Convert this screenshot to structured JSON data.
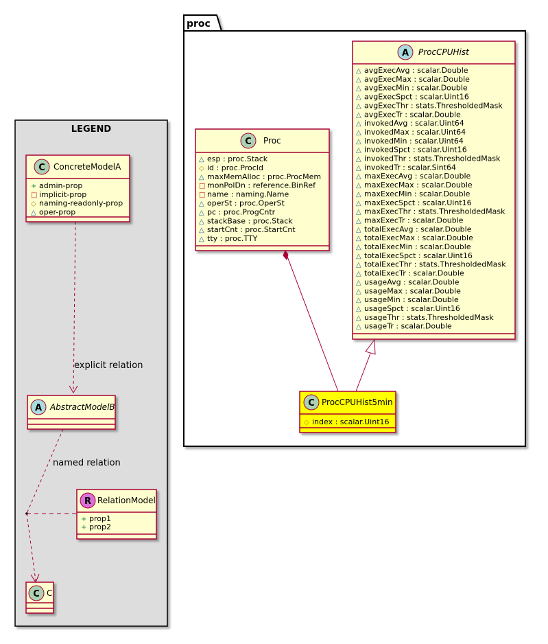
{
  "package": {
    "name": "proc"
  },
  "legend": {
    "title": "LEGEND",
    "concrete": {
      "name": "ConcreteModelA",
      "badge": "C",
      "badge_color": "#ADD1B2",
      "attrs": [
        {
          "vis": "+",
          "text": "admin-prop"
        },
        {
          "vis": "-",
          "text": "implicit-prop"
        },
        {
          "vis": "#",
          "text": "naming-readonly-prop"
        },
        {
          "vis": "~",
          "text": "oper-prop"
        }
      ]
    },
    "abstract": {
      "name": "AbstractModelB",
      "badge": "A",
      "badge_color": "#A9DCDF"
    },
    "relation": {
      "name": "RelationModel",
      "badge": "R",
      "badge_color": "#DA70D6",
      "attrs": [
        {
          "vis": "+",
          "text": "prop1"
        },
        {
          "vis": "+",
          "text": "prop2"
        }
      ]
    },
    "c": {
      "name": "C",
      "badge": "C",
      "badge_color": "#ADD1B2"
    },
    "explicit_label": "explicit relation",
    "named_label": "named relation"
  },
  "proc_class": {
    "name": "Proc",
    "badge": "C",
    "badge_color": "#ADD1B2",
    "attrs": [
      {
        "vis": "~",
        "text": "esp : proc.Stack"
      },
      {
        "vis": "#",
        "text": "id : proc.ProcId"
      },
      {
        "vis": "~",
        "text": "maxMemAlloc : proc.ProcMem"
      },
      {
        "vis": "-",
        "text": "monPolDn : reference.BinRef"
      },
      {
        "vis": "-",
        "text": "name : naming.Name"
      },
      {
        "vis": "~",
        "text": "operSt : proc.OperSt"
      },
      {
        "vis": "~",
        "text": "pc : proc.ProgCntr"
      },
      {
        "vis": "~",
        "text": "stackBase : proc.Stack"
      },
      {
        "vis": "~",
        "text": "startCnt : proc.StartCnt"
      },
      {
        "vis": "~",
        "text": "tty : proc.TTY"
      }
    ]
  },
  "cpuhist": {
    "name": "ProcCPUHist",
    "badge": "A",
    "badge_color": "#A9DCDF",
    "attrs": [
      {
        "vis": "~",
        "text": "avgExecAvg : scalar.Double"
      },
      {
        "vis": "~",
        "text": "avgExecMax : scalar.Double"
      },
      {
        "vis": "~",
        "text": "avgExecMin : scalar.Double"
      },
      {
        "vis": "~",
        "text": "avgExecSpct : scalar.Uint16"
      },
      {
        "vis": "~",
        "text": "avgExecThr : stats.ThresholdedMask"
      },
      {
        "vis": "~",
        "text": "avgExecTr : scalar.Double"
      },
      {
        "vis": "~",
        "text": "invokedAvg : scalar.Uint64"
      },
      {
        "vis": "~",
        "text": "invokedMax : scalar.Uint64"
      },
      {
        "vis": "~",
        "text": "invokedMin : scalar.Uint64"
      },
      {
        "vis": "~",
        "text": "invokedSpct : scalar.Uint16"
      },
      {
        "vis": "~",
        "text": "invokedThr : stats.ThresholdedMask"
      },
      {
        "vis": "~",
        "text": "invokedTr : scalar.Sint64"
      },
      {
        "vis": "~",
        "text": "maxExecAvg : scalar.Double"
      },
      {
        "vis": "~",
        "text": "maxExecMax : scalar.Double"
      },
      {
        "vis": "~",
        "text": "maxExecMin : scalar.Double"
      },
      {
        "vis": "~",
        "text": "maxExecSpct : scalar.Uint16"
      },
      {
        "vis": "~",
        "text": "maxExecThr : stats.ThresholdedMask"
      },
      {
        "vis": "~",
        "text": "maxExecTr : scalar.Double"
      },
      {
        "vis": "~",
        "text": "totalExecAvg : scalar.Double"
      },
      {
        "vis": "~",
        "text": "totalExecMax : scalar.Double"
      },
      {
        "vis": "~",
        "text": "totalExecMin : scalar.Double"
      },
      {
        "vis": "~",
        "text": "totalExecSpct : scalar.Uint16"
      },
      {
        "vis": "~",
        "text": "totalExecThr : stats.ThresholdedMask"
      },
      {
        "vis": "~",
        "text": "totalExecTr : scalar.Double"
      },
      {
        "vis": "~",
        "text": "usageAvg : scalar.Double"
      },
      {
        "vis": "~",
        "text": "usageMax : scalar.Double"
      },
      {
        "vis": "~",
        "text": "usageMin : scalar.Double"
      },
      {
        "vis": "~",
        "text": "usageSpct : scalar.Uint16"
      },
      {
        "vis": "~",
        "text": "usageThr : stats.ThresholdedMask"
      },
      {
        "vis": "~",
        "text": "usageTr : scalar.Double"
      }
    ]
  },
  "hist5min": {
    "name": "ProcCPUHist5min",
    "badge": "C",
    "badge_color": "#ADD1B2",
    "attrs": [
      {
        "vis": "#",
        "text": "index : scalar.Uint16"
      }
    ]
  }
}
